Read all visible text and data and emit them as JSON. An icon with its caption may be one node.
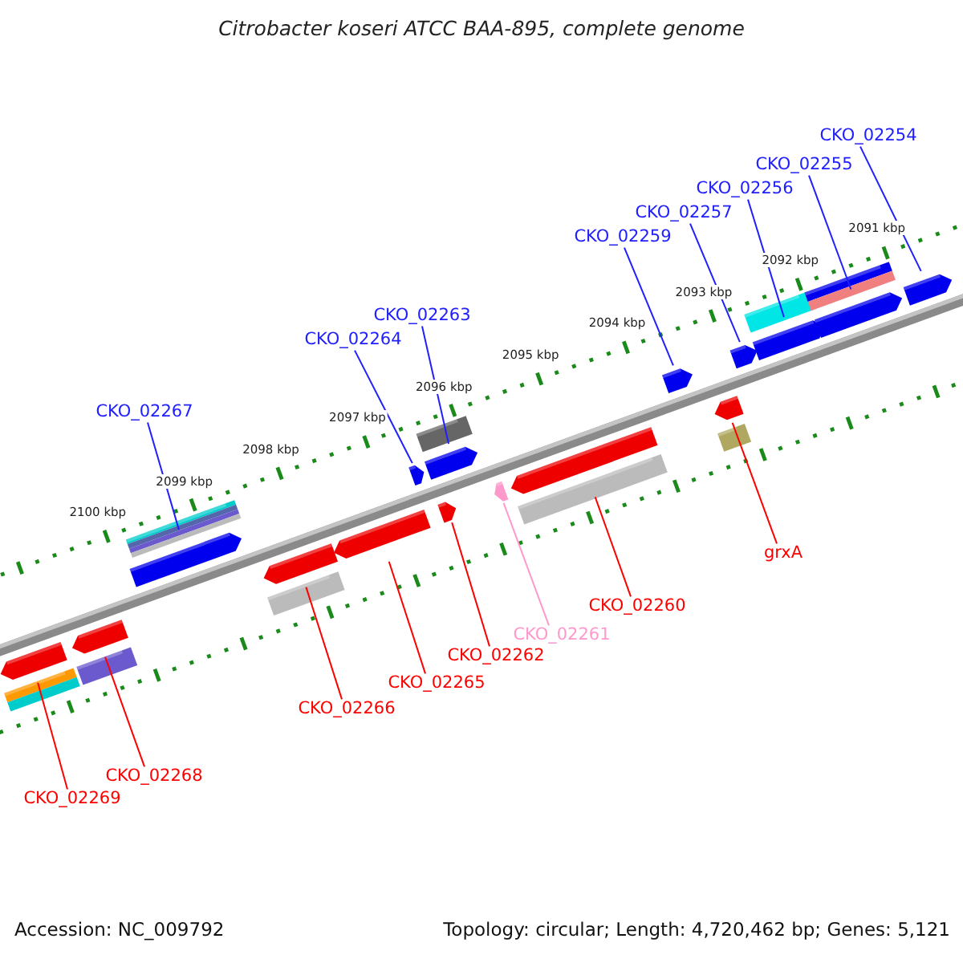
{
  "diagram": {
    "title": "Citrobacter koseri ATCC BAA-895, complete genome",
    "nodes": [
      {
        "text": [
          "CKO_02254"
        ]
      },
      {
        "text": [
          "CKO_02255"
        ]
      },
      {
        "text": [
          "CKO_02256"
        ]
      },
      {
        "text": [
          "CKO_02257"
        ]
      },
      {
        "text": [
          "CKO_02259"
        ]
      },
      {
        "text": [
          "CKO_02263"
        ]
      },
      {
        "text": [
          "CKO_02264"
        ]
      },
      {
        "text": [
          "CKO_02267"
        ]
      },
      {
        "text": [
          "grxA"
        ]
      },
      {
        "text": [
          "CKO_02260"
        ]
      },
      {
        "text": [
          "CKO_02261"
        ]
      },
      {
        "text": [
          "CKO_02262"
        ]
      },
      {
        "text": [
          "CKO_02265"
        ]
      },
      {
        "text": [
          "CKO_02266"
        ]
      },
      {
        "text": [
          "CKO_02268"
        ]
      },
      {
        "text": [
          "CKO_02269"
        ]
      },
      {
        "text": [],
        "shape": "bar"
      },
      {
        "text": [],
        "shape": "bar"
      },
      {
        "text": [],
        "shape": "bar"
      },
      {
        "text": [],
        "shape": "bar"
      },
      {
        "text": [],
        "shape": "bar"
      },
      {
        "text": [],
        "shape": "bar"
      },
      {
        "text": [],
        "shape": "bar"
      },
      {
        "text": [],
        "shape": "bar"
      },
      {
        "text": [],
        "shape": "bar"
      },
      {
        "text": [],
        "shape": "bar"
      },
      {
        "text": [],
        "shape": "bar"
      },
      {
        "text": [],
        "shape": "bar"
      },
      {
        "text": [],
        "shape": "bar"
      },
      {
        "text": [],
        "shape": "bar"
      },
      {
        "text": [],
        "shape": "bar"
      },
      {
        "text": [],
        "shape": "bar"
      }
    ],
    "edges": [
      {
        "from": 0,
        "to": 31,
        "arrow": "none"
      },
      {
        "from": 1,
        "to": 30,
        "arrow": "none"
      },
      {
        "from": 2,
        "to": 29,
        "arrow": "none"
      },
      {
        "from": 3,
        "to": 28,
        "arrow": "none"
      },
      {
        "from": 4,
        "to": 26,
        "arrow": "none"
      },
      {
        "from": 5,
        "to": 23,
        "arrow": "none"
      },
      {
        "from": 6,
        "to": 21,
        "arrow": "none"
      },
      {
        "from": 7,
        "to": 18,
        "arrow": "none"
      },
      {
        "from": 8,
        "to": 27,
        "arrow": "none",
        "color": "#ff0000"
      },
      {
        "from": 9,
        "to": 25,
        "arrow": "none",
        "color": "#ff0000"
      },
      {
        "from": 10,
        "to": 24,
        "arrow": "none",
        "color": "#ff99cc"
      },
      {
        "from": 11,
        "to": 22,
        "arrow": "none",
        "color": "#ff0000"
      },
      {
        "from": 12,
        "to": 20,
        "arrow": "none",
        "color": "#ff0000"
      },
      {
        "from": 13,
        "to": 19,
        "arrow": "none",
        "color": "#ff0000"
      },
      {
        "from": 14,
        "to": 17,
        "arrow": "none",
        "color": "#ff0000"
      },
      {
        "from": 15,
        "to": 16,
        "arrow": "none",
        "color": "#ff0000"
      }
    ],
    "labels": [
      "2091 kbp",
      "2092 kbp",
      "2093 kbp",
      "2094 kbp",
      "2095 kbp",
      "2096 kbp",
      "2097 kbp",
      "2098 kbp",
      "2099 kbp",
      "2100 kbp",
      "Accession: NC_009792",
      "Topology: circular; Length: 4,720,462 bp; Genes: 5,121"
    ]
  }
}
